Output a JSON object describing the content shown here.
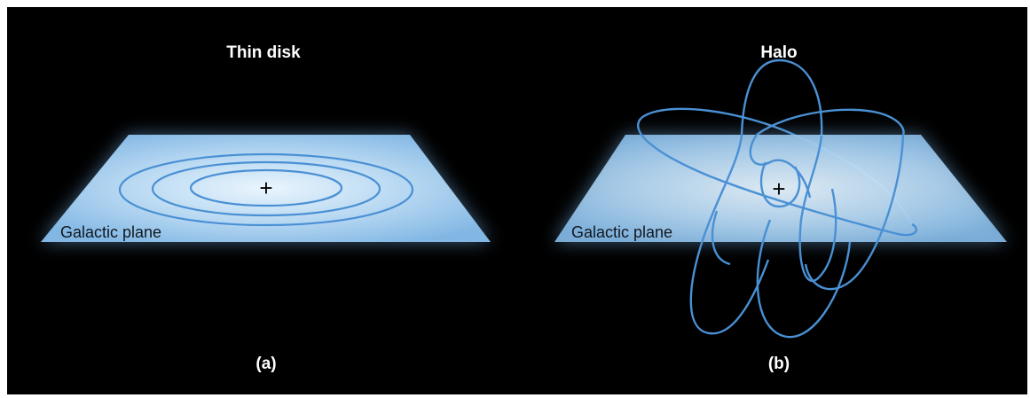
{
  "panel_a": {
    "title": "Thin disk",
    "plane_label": "Galactic plane",
    "caption": "(a)",
    "center_marker": "+"
  },
  "panel_b": {
    "title": "Halo",
    "plane_label": "Galactic plane",
    "caption": "(b)",
    "center_marker": "+"
  },
  "colors": {
    "background": "#000000",
    "plane_center": "#e6f3fc",
    "plane_edge": "#7fb4e3",
    "orbit_line": "#4a90d4",
    "title_text": "#ffffff",
    "label_text": "#111820"
  }
}
